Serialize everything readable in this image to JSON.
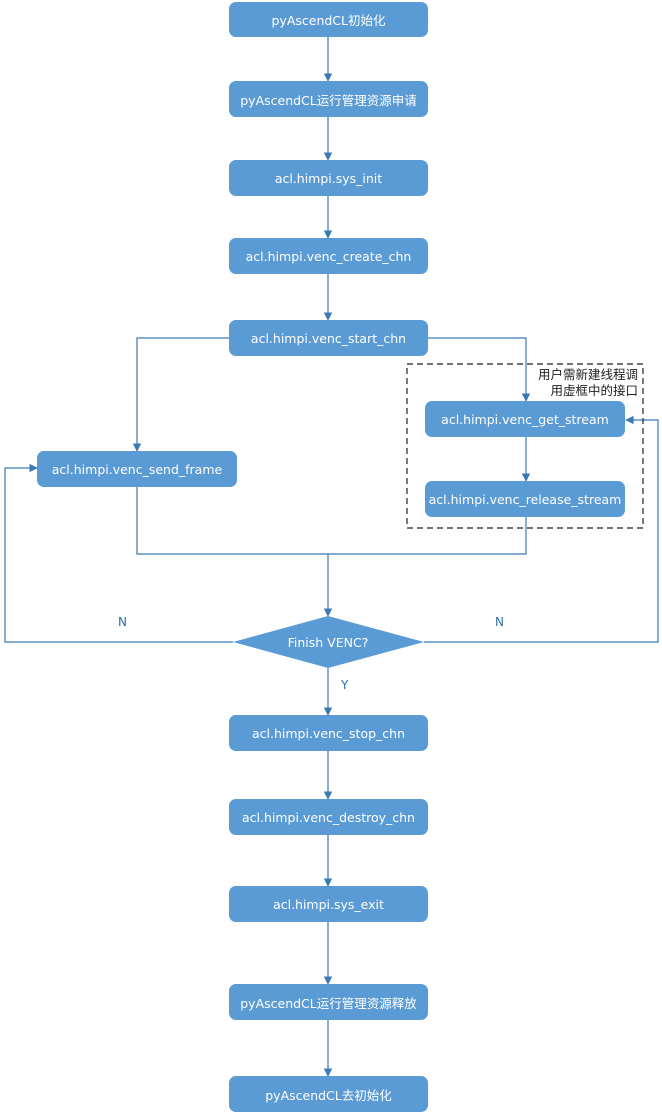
{
  "colors": {
    "box": "#5b9bd5",
    "line": "#3a7ab5",
    "dashed": "#222222"
  },
  "steps": {
    "init": "pyAscendCL初始化",
    "resource_request": "pyAscendCL运行管理资源申请",
    "sys_init": "acl.himpi.sys_init",
    "create_chn": "acl.himpi.venc_create_chn",
    "start_chn": "acl.himpi.venc_start_chn",
    "send_frame": "acl.himpi.venc_send_frame",
    "get_stream": "acl.himpi.venc_get_stream",
    "release_stream": "acl.himpi.venc_release_stream",
    "decision": "Finish VENC?",
    "stop_chn": "acl.himpi.venc_stop_chn",
    "destroy_chn": "acl.himpi.venc_destroy_chn",
    "sys_exit": "acl.himpi.sys_exit",
    "resource_release": "pyAscendCL运行管理资源释放",
    "deinit": "pyAscendCL去初始化"
  },
  "labels": {
    "no_left": "N",
    "no_right": "N",
    "yes": "Y"
  },
  "note": {
    "line1": "用户需新建线程调",
    "line2": "用虚框中的接口"
  }
}
